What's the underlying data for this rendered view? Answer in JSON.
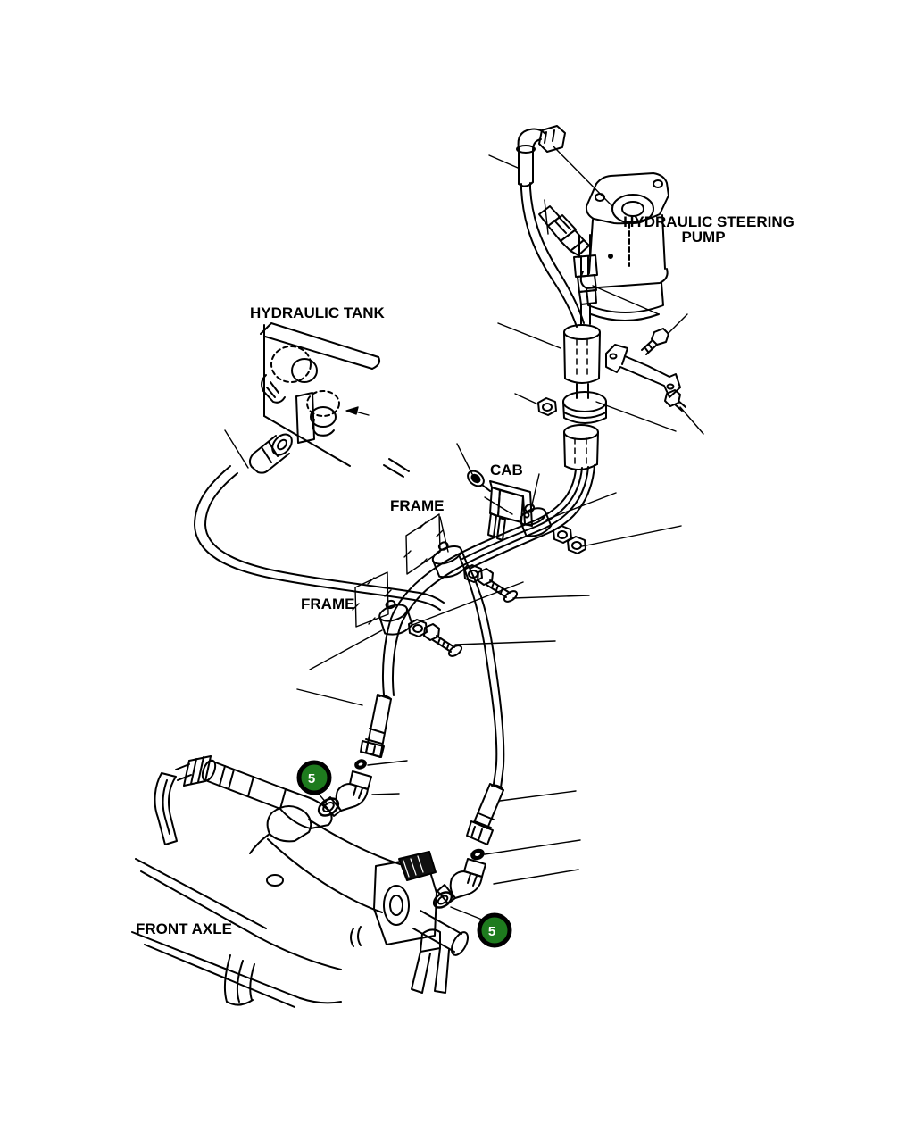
{
  "diagram": {
    "type": "exploded-parts-diagram",
    "subject": "Hydraulic steering line routing"
  },
  "labels": {
    "pump_line1": "HYDRAULIC STEERING",
    "pump_line2": "PUMP",
    "tank": "HYDRAULIC TANK",
    "cab": "CAB",
    "frame_upper": "FRAME",
    "frame_lower": "FRAME",
    "front_axle": "FRONT AXLE"
  },
  "callouts": [
    {
      "number": "5"
    },
    {
      "number": "5"
    }
  ],
  "colors": {
    "line": "#000000",
    "background": "#ffffff",
    "callout_fill": "#1e7b1e",
    "callout_ring": "#000000",
    "callout_text": "#ffffff"
  }
}
